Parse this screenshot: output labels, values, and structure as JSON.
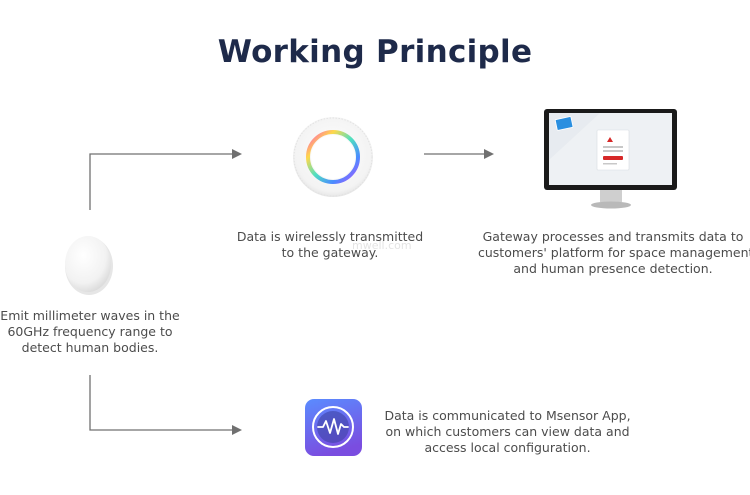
{
  "title": "Working Principle",
  "sensor_caption": [
    "Emit millimeter waves in the",
    "60GHz frequency range to",
    "detect human bodies."
  ],
  "gateway_caption": [
    "Data is wirelessly transmitted",
    "to the gateway."
  ],
  "monitor_caption": [
    "Gateway processes and transmits data to",
    "customers' platform for space management",
    "and human presence detection."
  ],
  "app_caption": [
    "Data is communicated to Msensor App,",
    "on which customers can view data and",
    "access local configuration."
  ],
  "watermark": "mwell.com",
  "colors": {
    "title": "#1e2a4a",
    "arrow": "#707070",
    "app_gradient_top": "#5a8cff",
    "app_gradient_bottom": "#7a4de0"
  },
  "icons": {
    "sensor": "round-sensor-icon",
    "gateway": "gateway-ring-icon",
    "monitor": "monitor-icon",
    "app": "msensor-app-icon"
  }
}
